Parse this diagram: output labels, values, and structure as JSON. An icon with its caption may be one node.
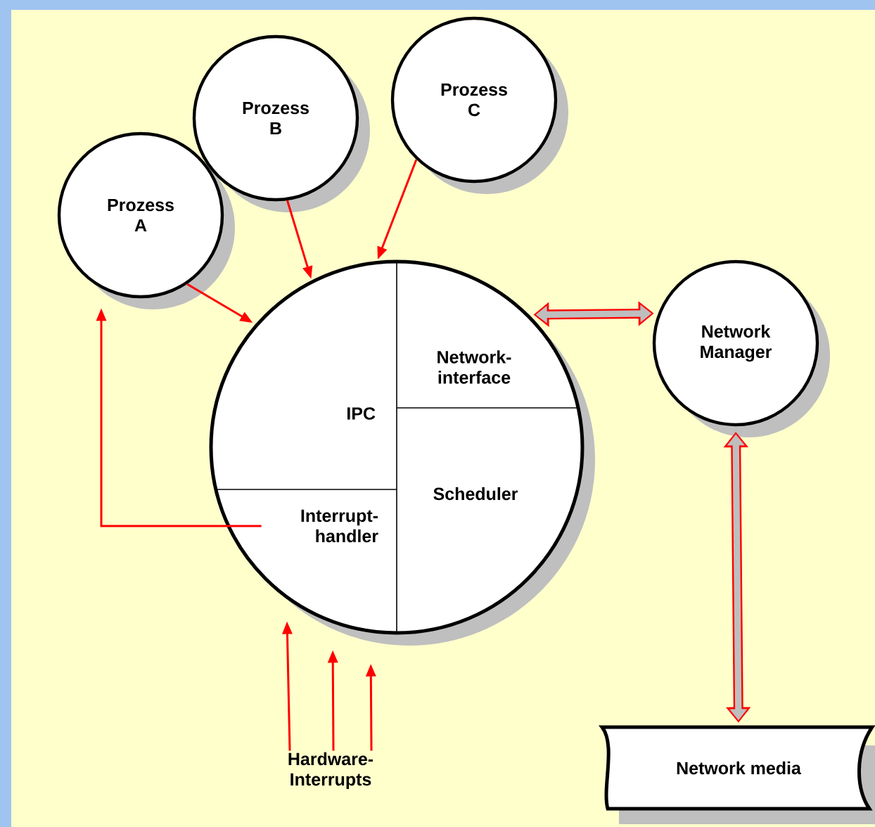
{
  "diagram": {
    "nodes": [
      {
        "text": [
          "Prozess A"
        ]
      },
      {
        "text": [
          "Prozess B"
        ]
      },
      {
        "text": [
          "Prozess C"
        ]
      },
      {
        "text": [],
        "shape": "circle"
      },
      {
        "text": [
          "IPC"
        ],
        "in": 3
      },
      {
        "text": [
          "Network-interface"
        ],
        "in": 3
      },
      {
        "text": [
          "Interrupt-handler"
        ],
        "in": 3
      },
      {
        "text": [
          "Scheduler"
        ],
        "in": 3
      },
      {
        "text": [
          "Network Manager"
        ]
      },
      {
        "text": [
          "Network media"
        ]
      },
      {
        "text": [
          "Hardware-Interrupts"
        ]
      }
    ],
    "edges": [
      {
        "from": 0,
        "to": 3,
        "arrow": "to"
      },
      {
        "from": 1,
        "to": 3,
        "arrow": "to"
      },
      {
        "from": 2,
        "to": 3,
        "arrow": "to"
      },
      {
        "from": 6,
        "to": 0,
        "arrow": "to"
      },
      {
        "from": 3,
        "to": 8,
        "arrow": "both",
        "style": "thick",
        "color": "#bebebe"
      },
      {
        "from": 8,
        "to": 9,
        "arrow": "both",
        "style": "thick",
        "color": "#bebebe"
      },
      {
        "from": 10,
        "to": 3,
        "arrow": "to"
      },
      {
        "from": 10,
        "to": 3,
        "arrow": "to"
      },
      {
        "from": 10,
        "to": 3,
        "arrow": "to"
      }
    ]
  }
}
